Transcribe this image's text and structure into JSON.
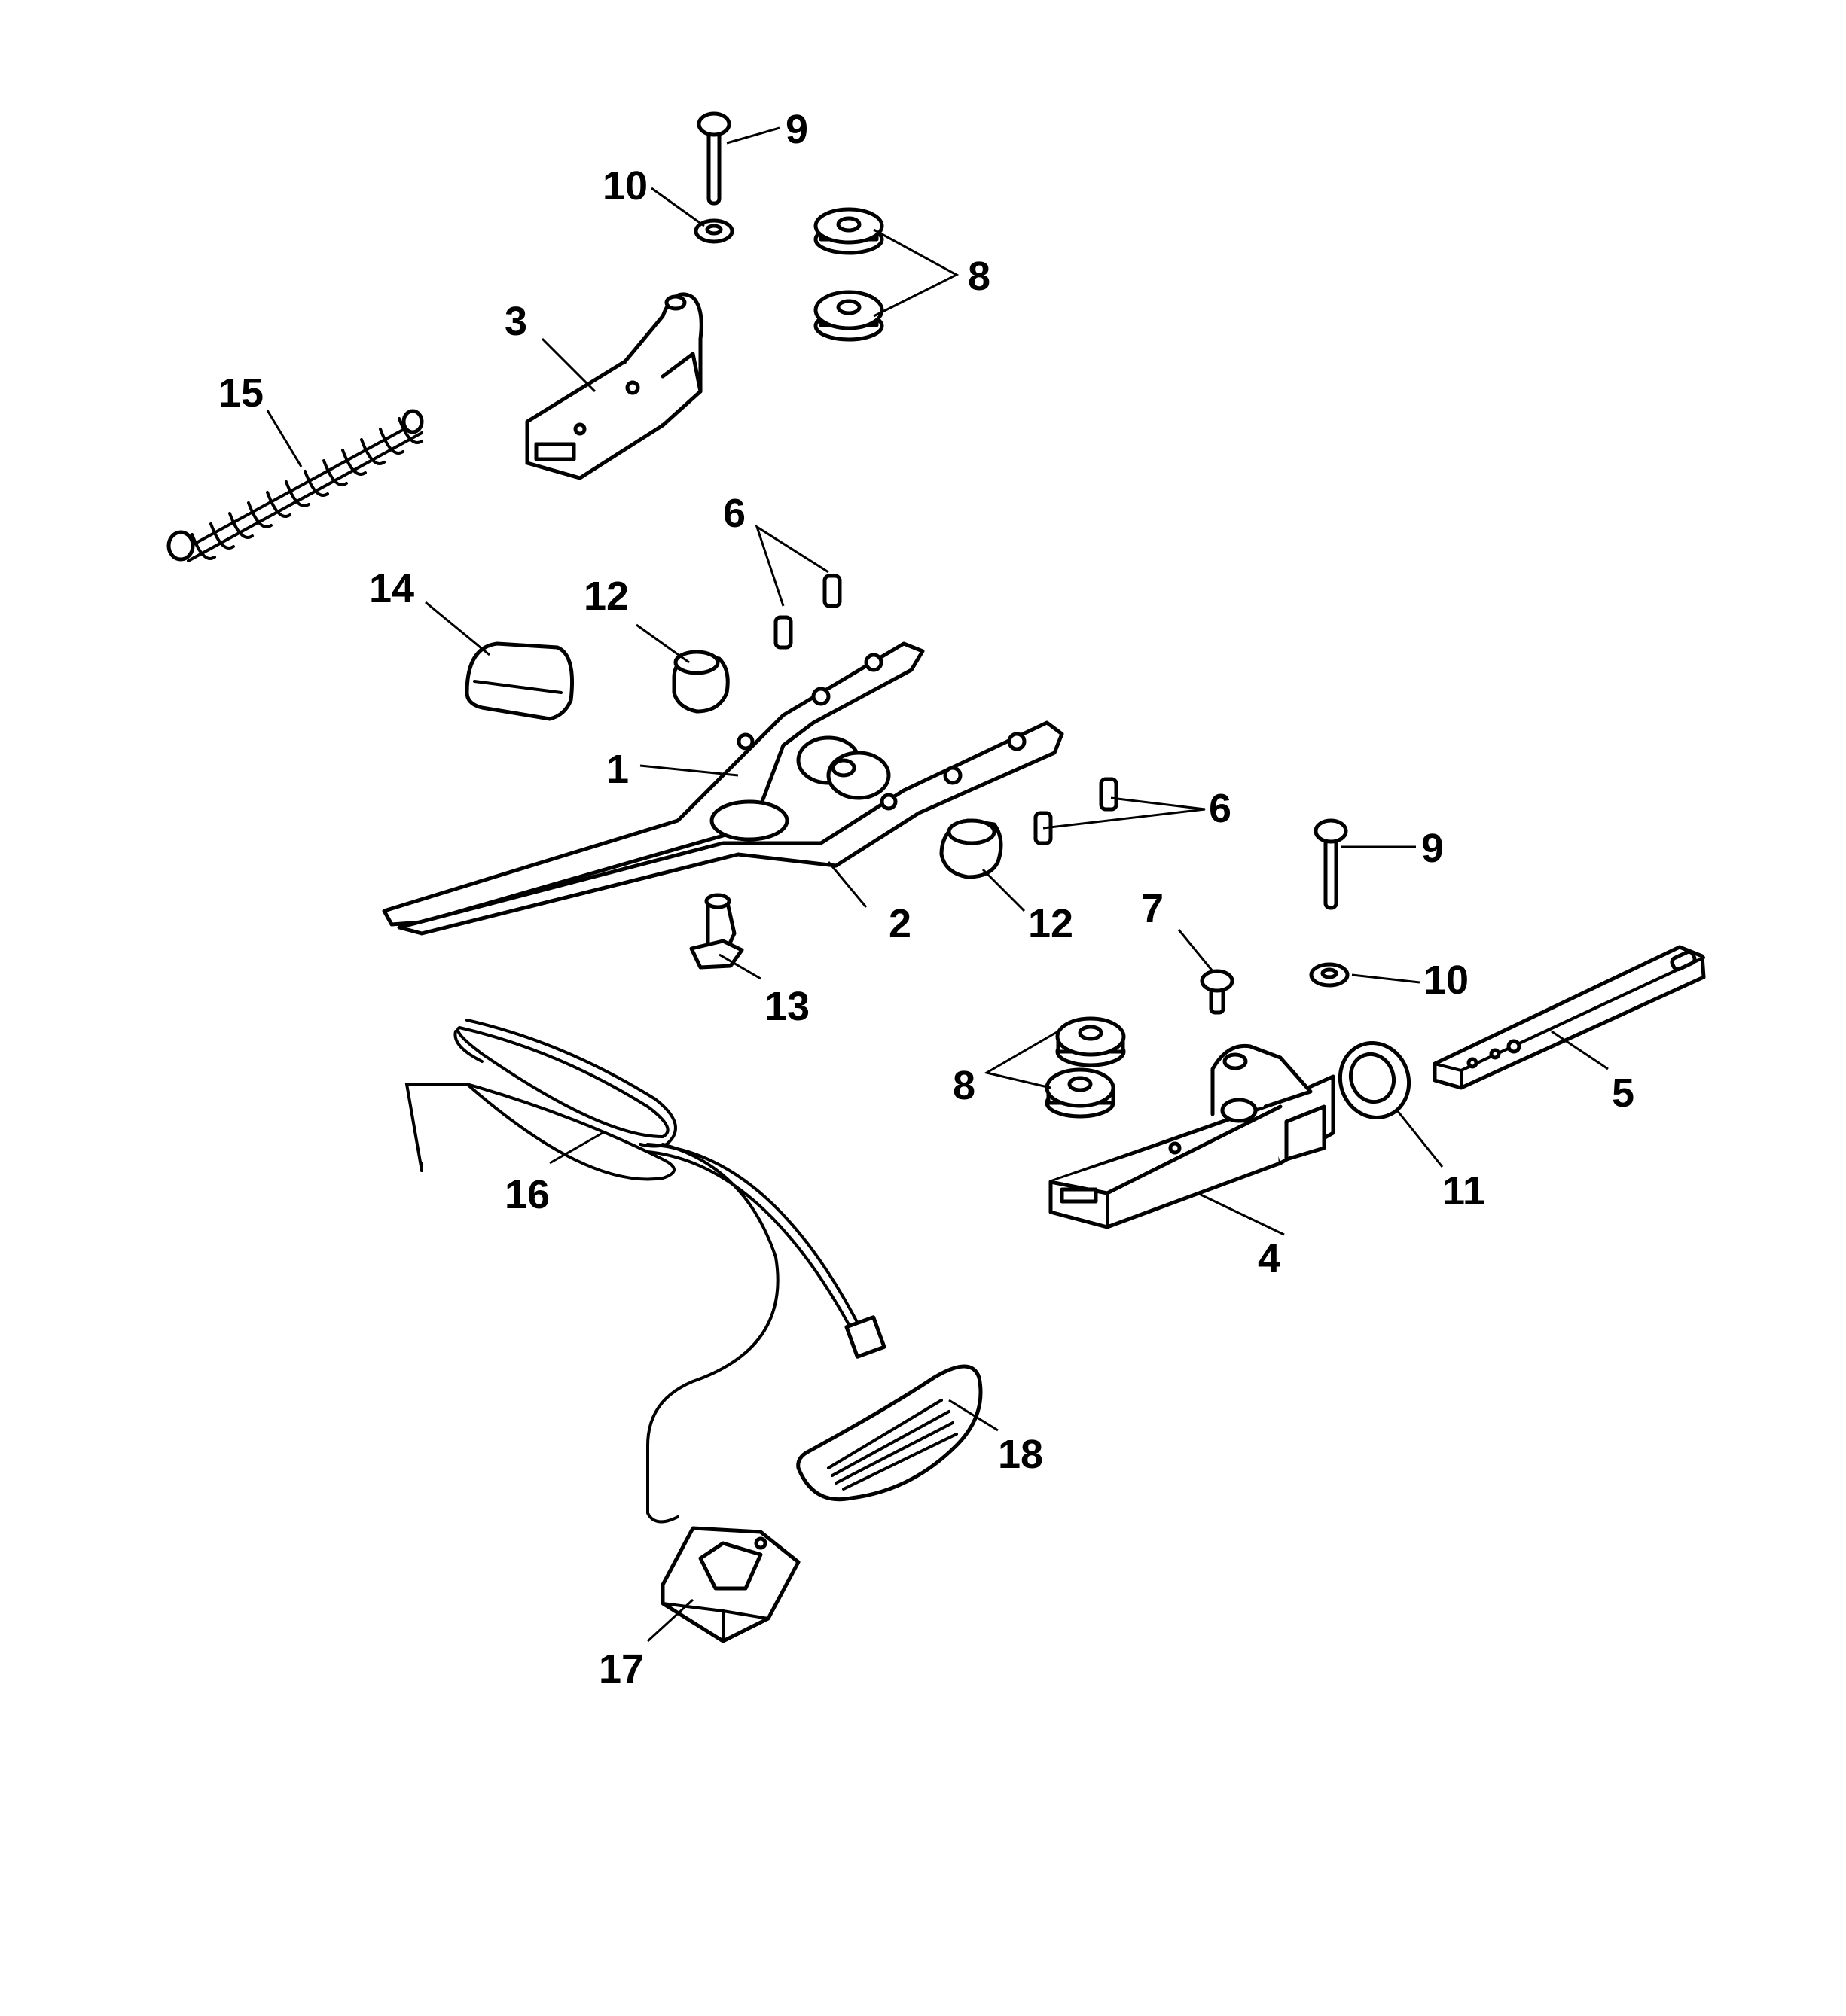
{
  "diagram": {
    "callouts": {
      "c1": "1",
      "c2": "2",
      "c3": "3",
      "c4": "4",
      "c5": "5",
      "c6a": "6",
      "c6b": "6",
      "c7": "7",
      "c8a": "8",
      "c8b": "8",
      "c9a": "9",
      "c9b": "9",
      "c10a": "10",
      "c10b": "10",
      "c11": "11",
      "c12a": "12",
      "c12b": "12",
      "c13": "13",
      "c14": "14",
      "c15": "15",
      "c16": "16",
      "c17": "17",
      "c18": "18"
    }
  }
}
